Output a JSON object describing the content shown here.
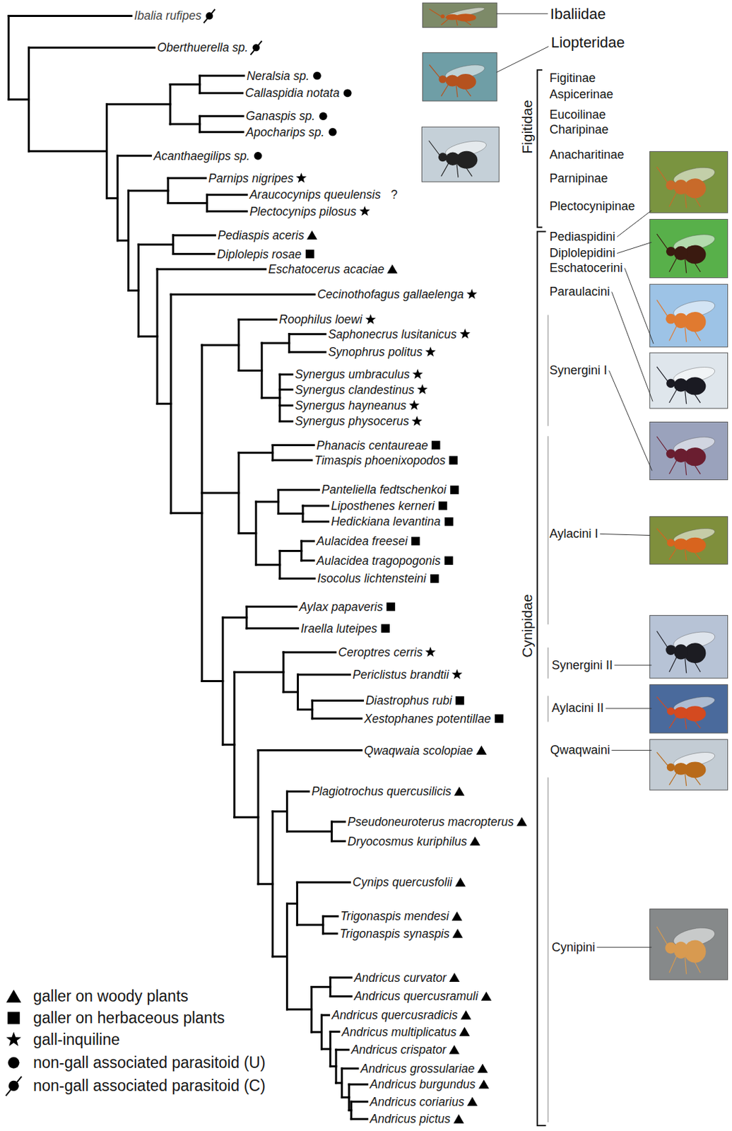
{
  "diagram": {
    "labels": [
      "Ibalia rufipes",
      "Oberthuerella sp.",
      "Neralsia sp.",
      "Callaspidia notata",
      "Ganaspis sp.",
      "Apocharips sp.",
      "Acanthaegilips sp.",
      "Parnips nigripes",
      "Araucocynips queulensis",
      "?",
      "Plectocynips pilosus",
      "Pediaspis aceris",
      "Diplolepis rosae",
      "Eschatocerus acaciae",
      "Cecinothofagus gallaelenga",
      "Roophilus loewi",
      "Saphonecrus lusitanicus",
      "Synophrus politus",
      "Synergus umbraculus",
      "Synergus clandestinus",
      "Synergus hayneanus",
      "Synergus physocerus",
      "Phanacis centaureae",
      "Timaspis phoenixopodos",
      "Panteliella fedtschenkoi",
      "Liposthenes kerneri",
      "Hedickiana levantina",
      "Aulacidea freesei",
      "Aulacidea tragopogonis",
      "Isocolus lichtensteini",
      "Aylax papaveris",
      "Iraella luteipes",
      "Ceroptres cerris",
      "Periclistus brandtii",
      "Diastrophus rubi",
      "Xestophanes potentillae",
      "Qwaqwaia scolopiae",
      "Plagiotrochus quercusilicis",
      "Pseudoneuroterus macropterus",
      "Dryocosmus kuriphilus",
      "Cynips quercusfolii",
      "Trigonaspis mendesi",
      "Trigonaspis synaspis",
      "Andricus curvator",
      "Andricus quercusramuli",
      "Andricus quercusradicis",
      "Andricus multiplicatus",
      "Andricus crispator",
      "Andricus grossulariae",
      "Andricus burgundus",
      "Andricus coriarius",
      "Andricus pictus",
      "Ibaliidae",
      "Liopteridae",
      "Figitinae",
      "Aspicerinae",
      "Eucoilinae",
      "Charipinae",
      "Anacharitinae",
      "Parnipinae",
      "Plectocynipinae",
      "Figitidae",
      "Pediaspidini",
      "Diplolepidini",
      "Eschatocerini",
      "Paraulacini",
      "Synergini I",
      "Aylacini I",
      "Synergini II",
      "Aylacini II",
      "Qwaqwaini",
      "Cynipini",
      "Cynipidae"
    ],
    "legend": [
      {
        "text": "galler on woody plants"
      },
      {
        "text": "galler on herbaceous plants"
      },
      {
        "text": "gall-inquiline"
      },
      {
        "text": "non-gall associated parasitoid (U)"
      },
      {
        "text": "non-gall associated parasitoid (C)"
      }
    ]
  }
}
